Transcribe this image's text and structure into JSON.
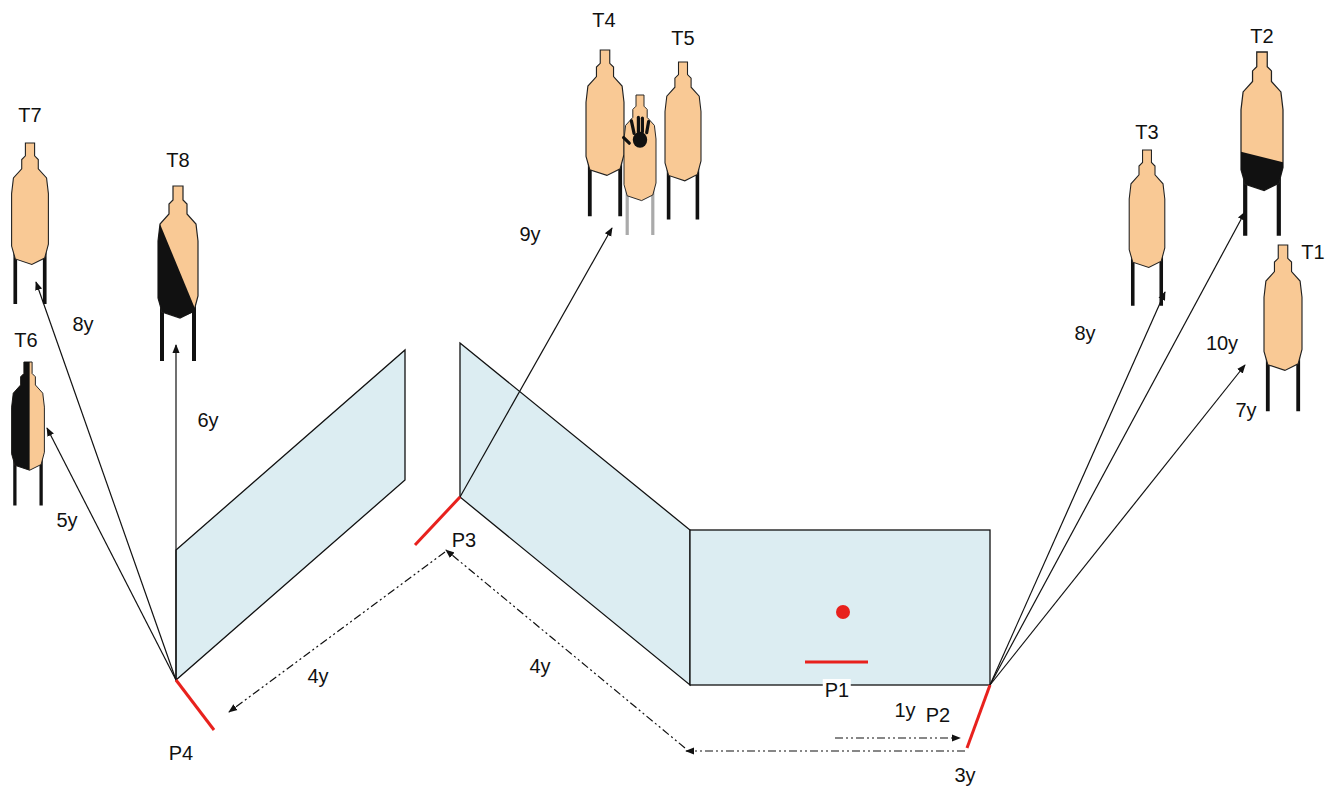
{
  "diagram": {
    "labels": [
      "T7",
      "T8",
      "T4",
      "T5",
      "T2",
      "T3",
      "T1",
      "T6",
      "9y",
      "8y",
      "8y",
      "10y",
      "6y",
      "7y",
      "5y",
      "P3",
      "4y",
      "4y",
      "P1",
      "1y",
      "P2",
      "P4",
      "3y"
    ]
  }
}
